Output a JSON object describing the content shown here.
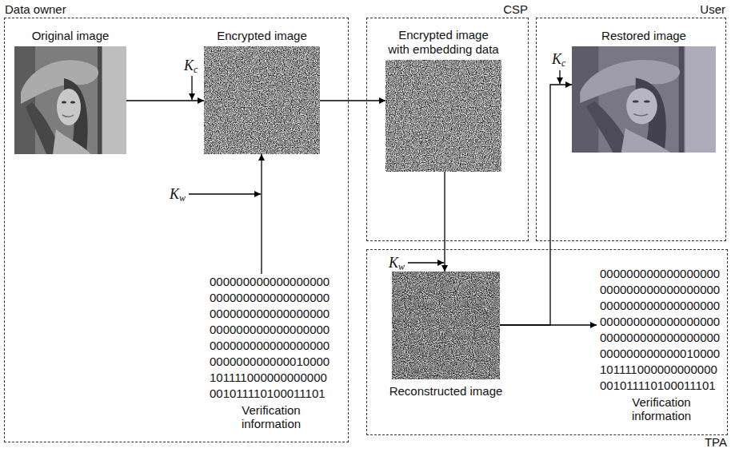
{
  "diagram": {
    "nodes": [
      {
        "text": [
          "Data owner"
        ]
      },
      {
        "text": [
          "Original image"
        ],
        "in": 0
      },
      {
        "text": [
          "Encrypted image"
        ],
        "in": 0
      },
      {
        "text": [
          "000000000000000000 000000000000000000 000000000000000000 000000000000000000 000000000000000000 000000000000010000 101111000000000000 001011110100011101",
          "Verification information"
        ],
        "in": 0
      },
      {
        "text": [
          "CSP"
        ]
      },
      {
        "text": [
          "Encrypted image with embedding data"
        ],
        "in": 4
      },
      {
        "text": [
          "User"
        ]
      },
      {
        "text": [
          "Restored image"
        ],
        "in": 6
      },
      {
        "text": [
          "TPA"
        ]
      },
      {
        "text": [
          "Reconstructed image"
        ],
        "in": 8
      },
      {
        "text": [
          "000000000000000000 000000000000000000 000000000000000000 000000000000000000 000000000000000000 000000000000010000 101111000000000000 001011110100011101",
          "Verification information"
        ],
        "in": 8
      }
    ],
    "edges": [
      {
        "from": 1,
        "to": 2,
        "arrow": "to"
      },
      {
        "from": 3,
        "to": 2,
        "arrow": "to"
      },
      {
        "from": 2,
        "to": 5,
        "arrow": "to"
      },
      {
        "from": 5,
        "to": 9,
        "arrow": "to"
      },
      {
        "from": 9,
        "to": 7,
        "arrow": "to"
      },
      {
        "from": 9,
        "to": 10,
        "arrow": "to"
      }
    ],
    "labels": [
      "Kc",
      "Kc",
      "Kw",
      "Kw"
    ]
  }
}
